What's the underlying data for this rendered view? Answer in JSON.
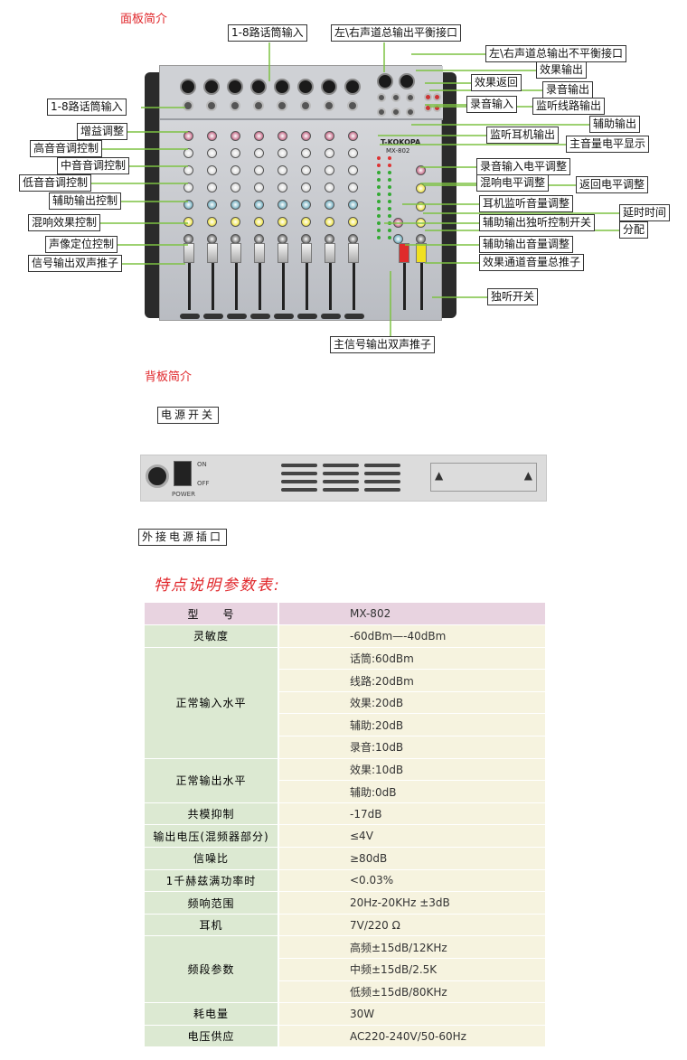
{
  "front_title": "面板简介",
  "front_labels": [
    {
      "id": "mic-input-top",
      "text": "1-8路话筒输入"
    },
    {
      "id": "balanced-out",
      "text": "左\\右声道总输出平衡接口"
    },
    {
      "id": "unbalanced-out",
      "text": "左\\右声道总输出不平衡接口"
    },
    {
      "id": "fx-out",
      "text": "效果输出"
    },
    {
      "id": "fx-return",
      "text": "效果返回"
    },
    {
      "id": "rec-out",
      "text": "录音输出"
    },
    {
      "id": "rec-in",
      "text": "录音输入"
    },
    {
      "id": "monitor-line-out",
      "text": "监听线路输出"
    },
    {
      "id": "aux-out",
      "text": "辅助输出"
    },
    {
      "id": "phones-out",
      "text": "监听耳机输出"
    },
    {
      "id": "level-meter",
      "text": "主音量电平显示"
    },
    {
      "id": "rec-in-level",
      "text": "录音输入电平调整"
    },
    {
      "id": "reverb-level",
      "text": "混响电平调整"
    },
    {
      "id": "return-level",
      "text": "返回电平调整"
    },
    {
      "id": "phones-volume",
      "text": "耳机监听音量调整"
    },
    {
      "id": "delay-time",
      "text": "延时时间"
    },
    {
      "id": "aux-solo-switch",
      "text": "辅助输出独听控制开关"
    },
    {
      "id": "assign",
      "text": "分配"
    },
    {
      "id": "aux-volume",
      "text": "辅助输出音量调整"
    },
    {
      "id": "fx-master-fader",
      "text": "效果通道音量总推子"
    },
    {
      "id": "solo-switch",
      "text": "独听开关"
    },
    {
      "id": "main-fader",
      "text": "主信号输出双声推子"
    },
    {
      "id": "mic-input-left",
      "text": "1-8路话筒输入"
    },
    {
      "id": "gain",
      "text": "增益调整"
    },
    {
      "id": "treble",
      "text": "高音音调控制"
    },
    {
      "id": "mid",
      "text": "中音音调控制"
    },
    {
      "id": "bass",
      "text": "低音音调控制"
    },
    {
      "id": "aux-send",
      "text": "辅助输出控制"
    },
    {
      "id": "reverb-send",
      "text": "混响效果控制"
    },
    {
      "id": "pan",
      "text": "声像定位控制"
    },
    {
      "id": "channel-fader",
      "text": "信号输出双声推子"
    }
  ],
  "mixer": {
    "brand": "T-KOKOPA",
    "model": "MX-802",
    "channels": 8
  },
  "back_title": "背板简介",
  "back_labels": {
    "power_switch": "电源开关",
    "power_socket": "外接电源插口"
  },
  "back_panel": {
    "on": "ON",
    "off": "OFF",
    "power": "POWER"
  },
  "spec_title": "特点说明参数表:",
  "spec": [
    {
      "key": "型　　号",
      "values": [
        "MX-802"
      ],
      "header": true
    },
    {
      "key": "灵敏度",
      "values": [
        "-60dBm—-40dBm"
      ]
    },
    {
      "key": "正常输入水平",
      "values": [
        "话筒:60dBm",
        "线路:20dBm",
        "效果:20dB",
        "辅助:20dB",
        "录音:10dB"
      ]
    },
    {
      "key": "正常输出水平",
      "values": [
        "效果:10dB",
        "辅助:0dB"
      ]
    },
    {
      "key": "共模抑制",
      "values": [
        "-17dB"
      ]
    },
    {
      "key": "输出电压(混频器部分)",
      "values": [
        "≤4V"
      ]
    },
    {
      "key": "信噪比",
      "values": [
        "≥80dB"
      ]
    },
    {
      "key": "1千赫兹满功率时",
      "values": [
        "<0.03%"
      ]
    },
    {
      "key": "频响范围",
      "values": [
        "20Hz-20KHz ±3dB"
      ]
    },
    {
      "key": "耳机",
      "values": [
        "7V/220 Ω"
      ]
    },
    {
      "key": "频段参数",
      "values": [
        "高频±15dB/12KHz",
        "中频±15dB/2.5K",
        "低频±15dB/80KHz"
      ]
    },
    {
      "key": "耗电量",
      "values": [
        "30W"
      ]
    },
    {
      "key": "电压供应",
      "values": [
        "AC220-240V/50-60Hz"
      ]
    }
  ],
  "colors": {
    "accent": "#e0262a",
    "arrow": "#7dc242",
    "header_bg": "#e8d3e0",
    "key_bg": "#dce9d2",
    "value_bg": "#f6f3df"
  }
}
